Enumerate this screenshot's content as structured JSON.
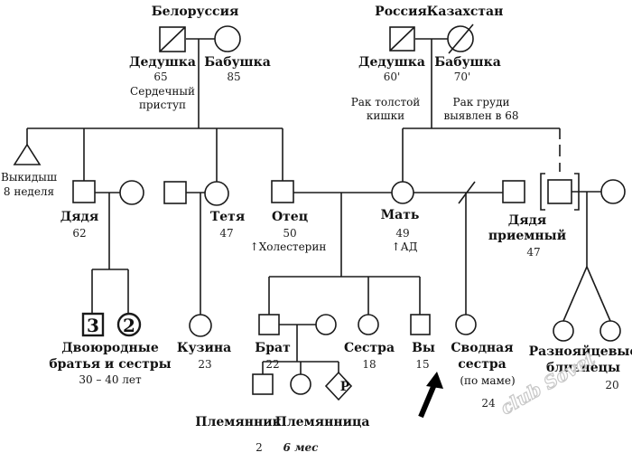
{
  "regions": {
    "belarus": "Белоруссия",
    "russia": "Россия",
    "kazakhstan": "Казахстан"
  },
  "people": {
    "grandpa_left": {
      "label": "Дедушка",
      "age": "65"
    },
    "grandma_left": {
      "label": "Бабушка",
      "age": "85"
    },
    "grandpa_right": {
      "label": "Дедушка",
      "age": "60'"
    },
    "grandma_right": {
      "label": "Бабушка",
      "age": "70'"
    },
    "miscarriage": {
      "label": "Выкидыш",
      "detail": "8 неделя"
    },
    "uncle": {
      "label": "Дядя",
      "age": "62"
    },
    "aunt": {
      "label": "Тетя",
      "age": "47"
    },
    "father": {
      "label": "Отец",
      "age": "50",
      "note": "↑Холестерин"
    },
    "mother": {
      "label": "Мать",
      "age": "49",
      "note": "↑АД"
    },
    "adopted_uncle": {
      "label": "Дядя приемный",
      "line1": "Дядя",
      "line2": "приемный",
      "age": "47"
    },
    "cousins": {
      "line1": "Двоюродные",
      "line2": "братья и сестры",
      "ages": "30 – 40 лет",
      "count_male": "3",
      "count_female": "2"
    },
    "cousin_f": {
      "label": "Кузина",
      "age": "23"
    },
    "brother": {
      "label": "Брат",
      "age": "22"
    },
    "sister": {
      "label": "Сестра",
      "age": "18"
    },
    "you": {
      "label": "Вы",
      "age": "15"
    },
    "half_sister": {
      "line1": "Сводная",
      "line2": "сестра",
      "line3": "(по маме)",
      "age": "24"
    },
    "twins": {
      "line1": "Разнояйцевые",
      "line2": "близнецы",
      "age": "20"
    },
    "nephew": {
      "label": "Племянник",
      "age": "2"
    },
    "niece": {
      "label": "Племянница",
      "age": "6 мес"
    },
    "pregnancy": {
      "symbol": "P"
    }
  },
  "notes": {
    "heart_1": "Сердечный",
    "heart_2": "приступ",
    "colon_1": "Рак толстой",
    "colon_2": "кишки",
    "breast_1": "Рак груди",
    "breast_2": "выявлен в 68"
  },
  "watermark": "club Sovet",
  "colors": {
    "line": "#1a1a1a",
    "text": "#111111",
    "watermark": "#c8c8c8"
  }
}
